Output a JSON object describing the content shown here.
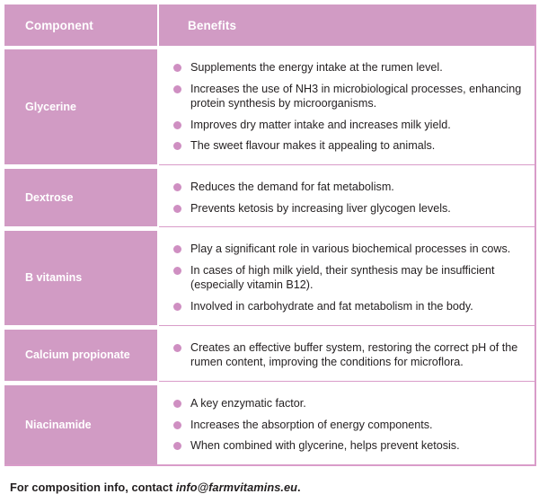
{
  "table": {
    "headers": {
      "component": "Component",
      "benefits": "Benefits"
    },
    "rows": [
      {
        "component": "Glycerine",
        "benefits": [
          "Supplements the energy intake at the rumen level.",
          "Increases the use of NH3 in microbiological processes, enhancing protein synthesis by microorganisms.",
          "Improves dry matter intake and increases milk yield.",
          "The sweet flavour makes it appealing to animals."
        ]
      },
      {
        "component": "Dextrose",
        "benefits": [
          "Reduces the demand for fat metabolism.",
          "Prevents ketosis by increasing liver glycogen levels."
        ]
      },
      {
        "component": "B vitamins",
        "benefits": [
          "Play a significant role in various biochemical processes in cows.",
          "In cases of high milk yield, their synthesis may be insufficient (especially vitamin B12).",
          "Involved in carbohydrate and fat metabolism in the body."
        ]
      },
      {
        "component": "Calcium propionate",
        "benefits": [
          "Creates an effective buffer system, restoring the correct pH of the rumen content, improving the conditions for microflora."
        ]
      },
      {
        "component": "Niacinamide",
        "benefits": [
          "A key enzymatic factor.",
          "Increases the absorption of energy components.",
          "When combined with glycerine, helps prevent ketosis."
        ]
      }
    ]
  },
  "footer": {
    "prefix": "For composition info, contact",
    "email": "info@farmvitamins.eu",
    "suffix": "."
  },
  "colors": {
    "header_background": "#d19bc4",
    "label_background": "#d19bc4",
    "bullet": "#cf8fc2",
    "border": "#d99cc9",
    "body_text": "#231f20",
    "header_text": "#ffffff"
  }
}
